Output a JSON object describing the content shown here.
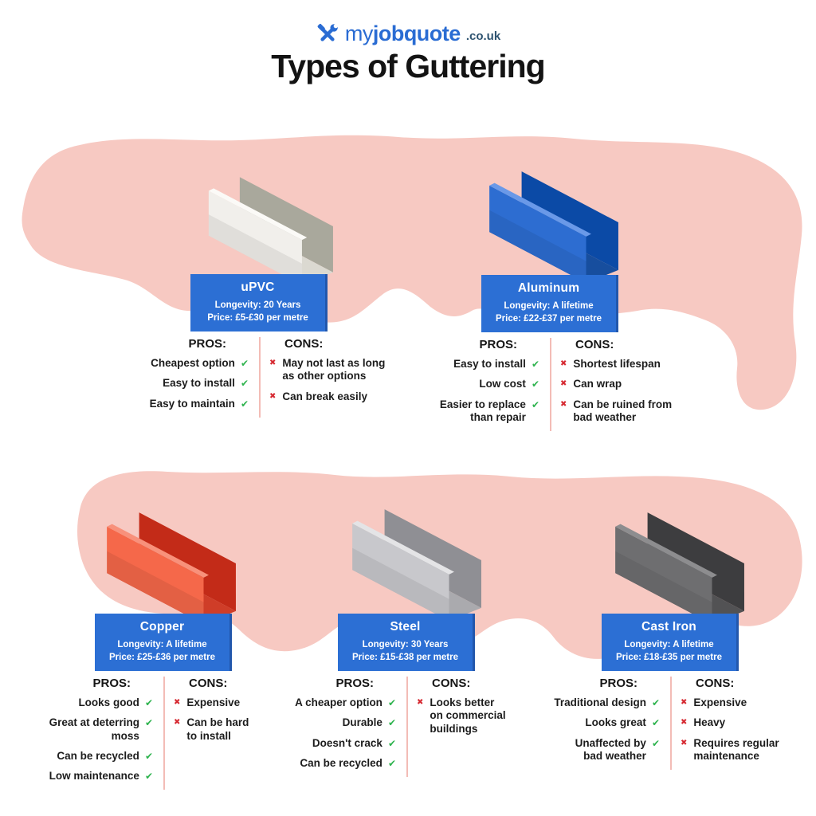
{
  "brand": {
    "name_light": "my",
    "name_bold": "jobquote",
    "tld": ".co.uk"
  },
  "title": "Types of Guttering",
  "labels": {
    "pros": "PROS:",
    "cons": "CONS:"
  },
  "icons": {
    "check": "✔",
    "cross": "✖",
    "logo": "wrench-hammer-icon"
  },
  "colors": {
    "blob": "#f7c9c2",
    "box_blue": "#2c6fd4",
    "brand_blue": "#2a6cd3",
    "tld_navy": "#2f5471",
    "check_green": "#2eb34e",
    "cross_red": "#d62a32",
    "divider_pink": "#f3bcb6"
  },
  "cards": [
    {
      "name": "uPVC",
      "longevity": "Longevity: 20 Years",
      "price": "Price: £5-£30 per metre",
      "pros": [
        "Cheapest option",
        "Easy to install",
        "Easy to maintain"
      ],
      "cons": [
        "May not last as long\nas other options",
        "Can break easily"
      ],
      "gutter_colors": {
        "front": "#f1efeb",
        "top": "#fbfaf7",
        "back": "#a9a89c",
        "floor": "#dbd9d1"
      }
    },
    {
      "name": "Aluminum",
      "longevity": "Longevity: A lifetime",
      "price": "Price: £22-£37 per metre",
      "pros": [
        "Easy to install",
        "Low cost",
        "Easier to replace\nthan repair"
      ],
      "cons": [
        "Shortest lifespan",
        "Can wrap",
        "Can be ruined from\nbad weather"
      ],
      "gutter_colors": {
        "front": "#2d6dd1",
        "top": "#6a99e8",
        "back": "#0b4aa6",
        "floor": "#174e9e"
      }
    },
    {
      "name": "Copper",
      "longevity": "Longevity: A lifetime",
      "price": "Price: £25-£36 per metre",
      "pros": [
        "Looks good",
        "Great at deterring\nmoss",
        "Can be recycled",
        "Low maintenance"
      ],
      "cons": [
        "Expensive",
        "Can be hard\nto install"
      ],
      "gutter_colors": {
        "front": "#f5684a",
        "top": "#f8917b",
        "back": "#c32b18",
        "floor": "#cf3d28"
      }
    },
    {
      "name": "Steel",
      "longevity": "Longevity: 30 Years",
      "price": "Price: £15-£38 per metre",
      "pros": [
        "A cheaper option",
        "Durable",
        "Doesn't crack",
        "Can be recycled"
      ],
      "cons": [
        "Looks better\non commercial\nbuildings"
      ],
      "gutter_colors": {
        "front": "#c8c8cc",
        "top": "#e4e4e6",
        "back": "#8f8f94",
        "floor": "#aaaaae"
      }
    },
    {
      "name": "Cast Iron",
      "longevity": "Longevity: A lifetime",
      "price": "Price: £18-£35 per metre",
      "pros": [
        "Traditional design",
        "Looks great",
        "Unaffected by\nbad weather"
      ],
      "cons": [
        "Expensive",
        "Heavy",
        "Requires regular\nmaintenance"
      ],
      "gutter_colors": {
        "front": "#6e6e70",
        "top": "#8d8d8f",
        "back": "#3d3d3f",
        "floor": "#525254"
      }
    }
  ]
}
